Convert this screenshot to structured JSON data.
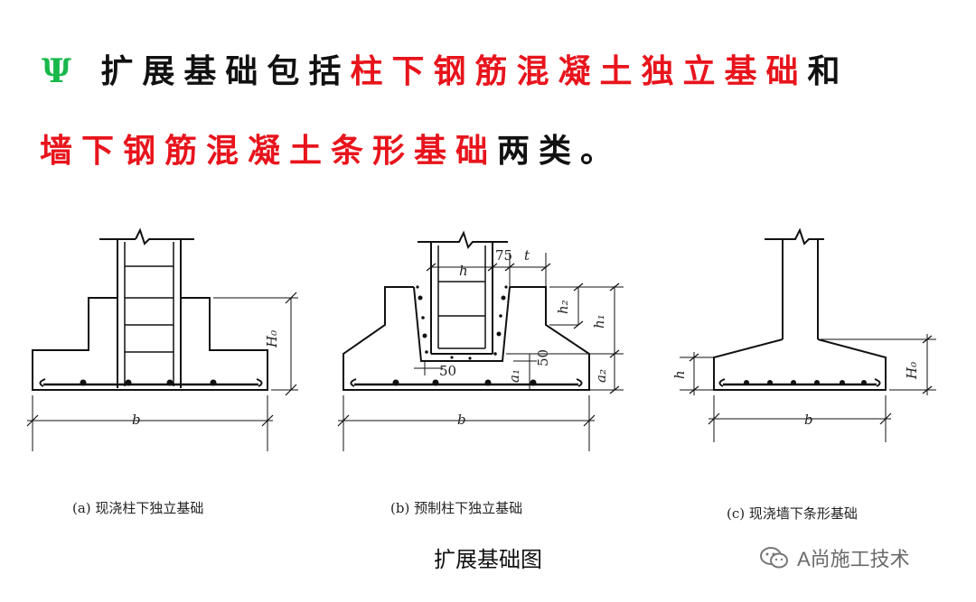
{
  "title": {
    "psi": "Ψ",
    "line1_a": "扩展基础包括",
    "line1_b": "柱下钢筋混凝土独立基础",
    "line1_c": "和",
    "line2_a": "墙下钢筋混凝土条形基础",
    "line2_b": "两类。"
  },
  "colors": {
    "psi": "#18b84a",
    "highlight": "#e8141c",
    "text": "#111111"
  },
  "figures": {
    "a": {
      "caption": "(a) 现浇柱下独立基础",
      "dim_height": "H₀",
      "dim_width": "b"
    },
    "b": {
      "caption": "(b) 预制柱下独立基础",
      "dim_h": "h",
      "dim_75": "75",
      "dim_t": "t",
      "dim_h2": "h₂",
      "dim_h1": "h₁",
      "dim_50_right": "50",
      "dim_50_bottom": "50",
      "dim_a1": "a₁",
      "dim_a2": "a₂",
      "dim_width": "b"
    },
    "c": {
      "caption": "(c) 现浇墙下条形基础",
      "dim_h": "h",
      "dim_height": "H₀",
      "dim_width": "b"
    }
  },
  "figure_title": "扩展基础图",
  "watermark": {
    "icon": "wechat-icon",
    "text": "A尚施工技术"
  }
}
